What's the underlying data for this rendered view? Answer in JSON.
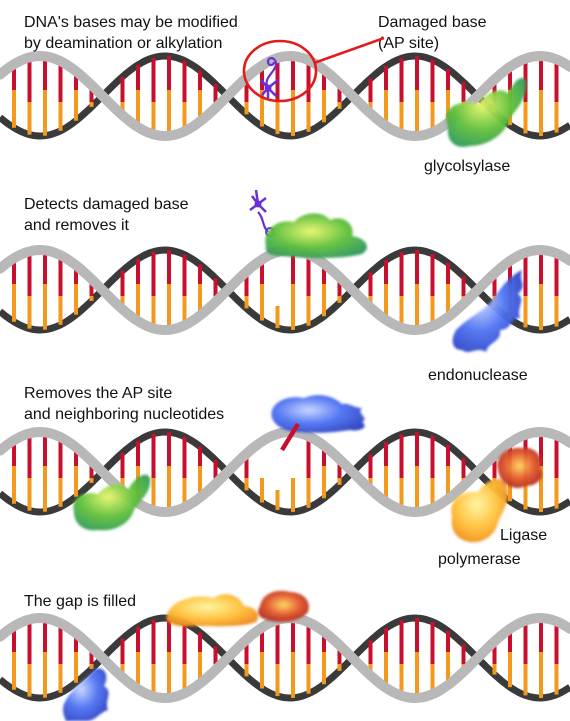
{
  "colors": {
    "backbone_front": "#b8b8b8",
    "backbone_back": "#3a3a3a",
    "base_red": "#c8102e",
    "base_orange": "#f39a1e",
    "callout": "#e21b1b",
    "glycosylase": "#5fbf3a",
    "endonuclease": "#3b63f0",
    "polymerase": "#ffb23a",
    "ligase": "#d9482a",
    "damaged_base": "#6b2fd6"
  },
  "step1": {
    "caption_line1": "DNA's bases may be modified",
    "caption_line2": "by deamination or alkylation",
    "callout_line1": "Damaged base",
    "callout_line2": "(AP site)",
    "enzyme_label": "glycolsylase"
  },
  "step2": {
    "caption_line1": "Detects damaged base",
    "caption_line2": "and removes it",
    "enzyme_label": "endonuclease"
  },
  "step3": {
    "caption_line1": "Removes the AP site",
    "caption_line2": "and neighboring nucleotides",
    "ligase_label": "Ligase",
    "polymerase_label": "polymerase"
  },
  "step4": {
    "caption_line1": "The gap is filled"
  }
}
